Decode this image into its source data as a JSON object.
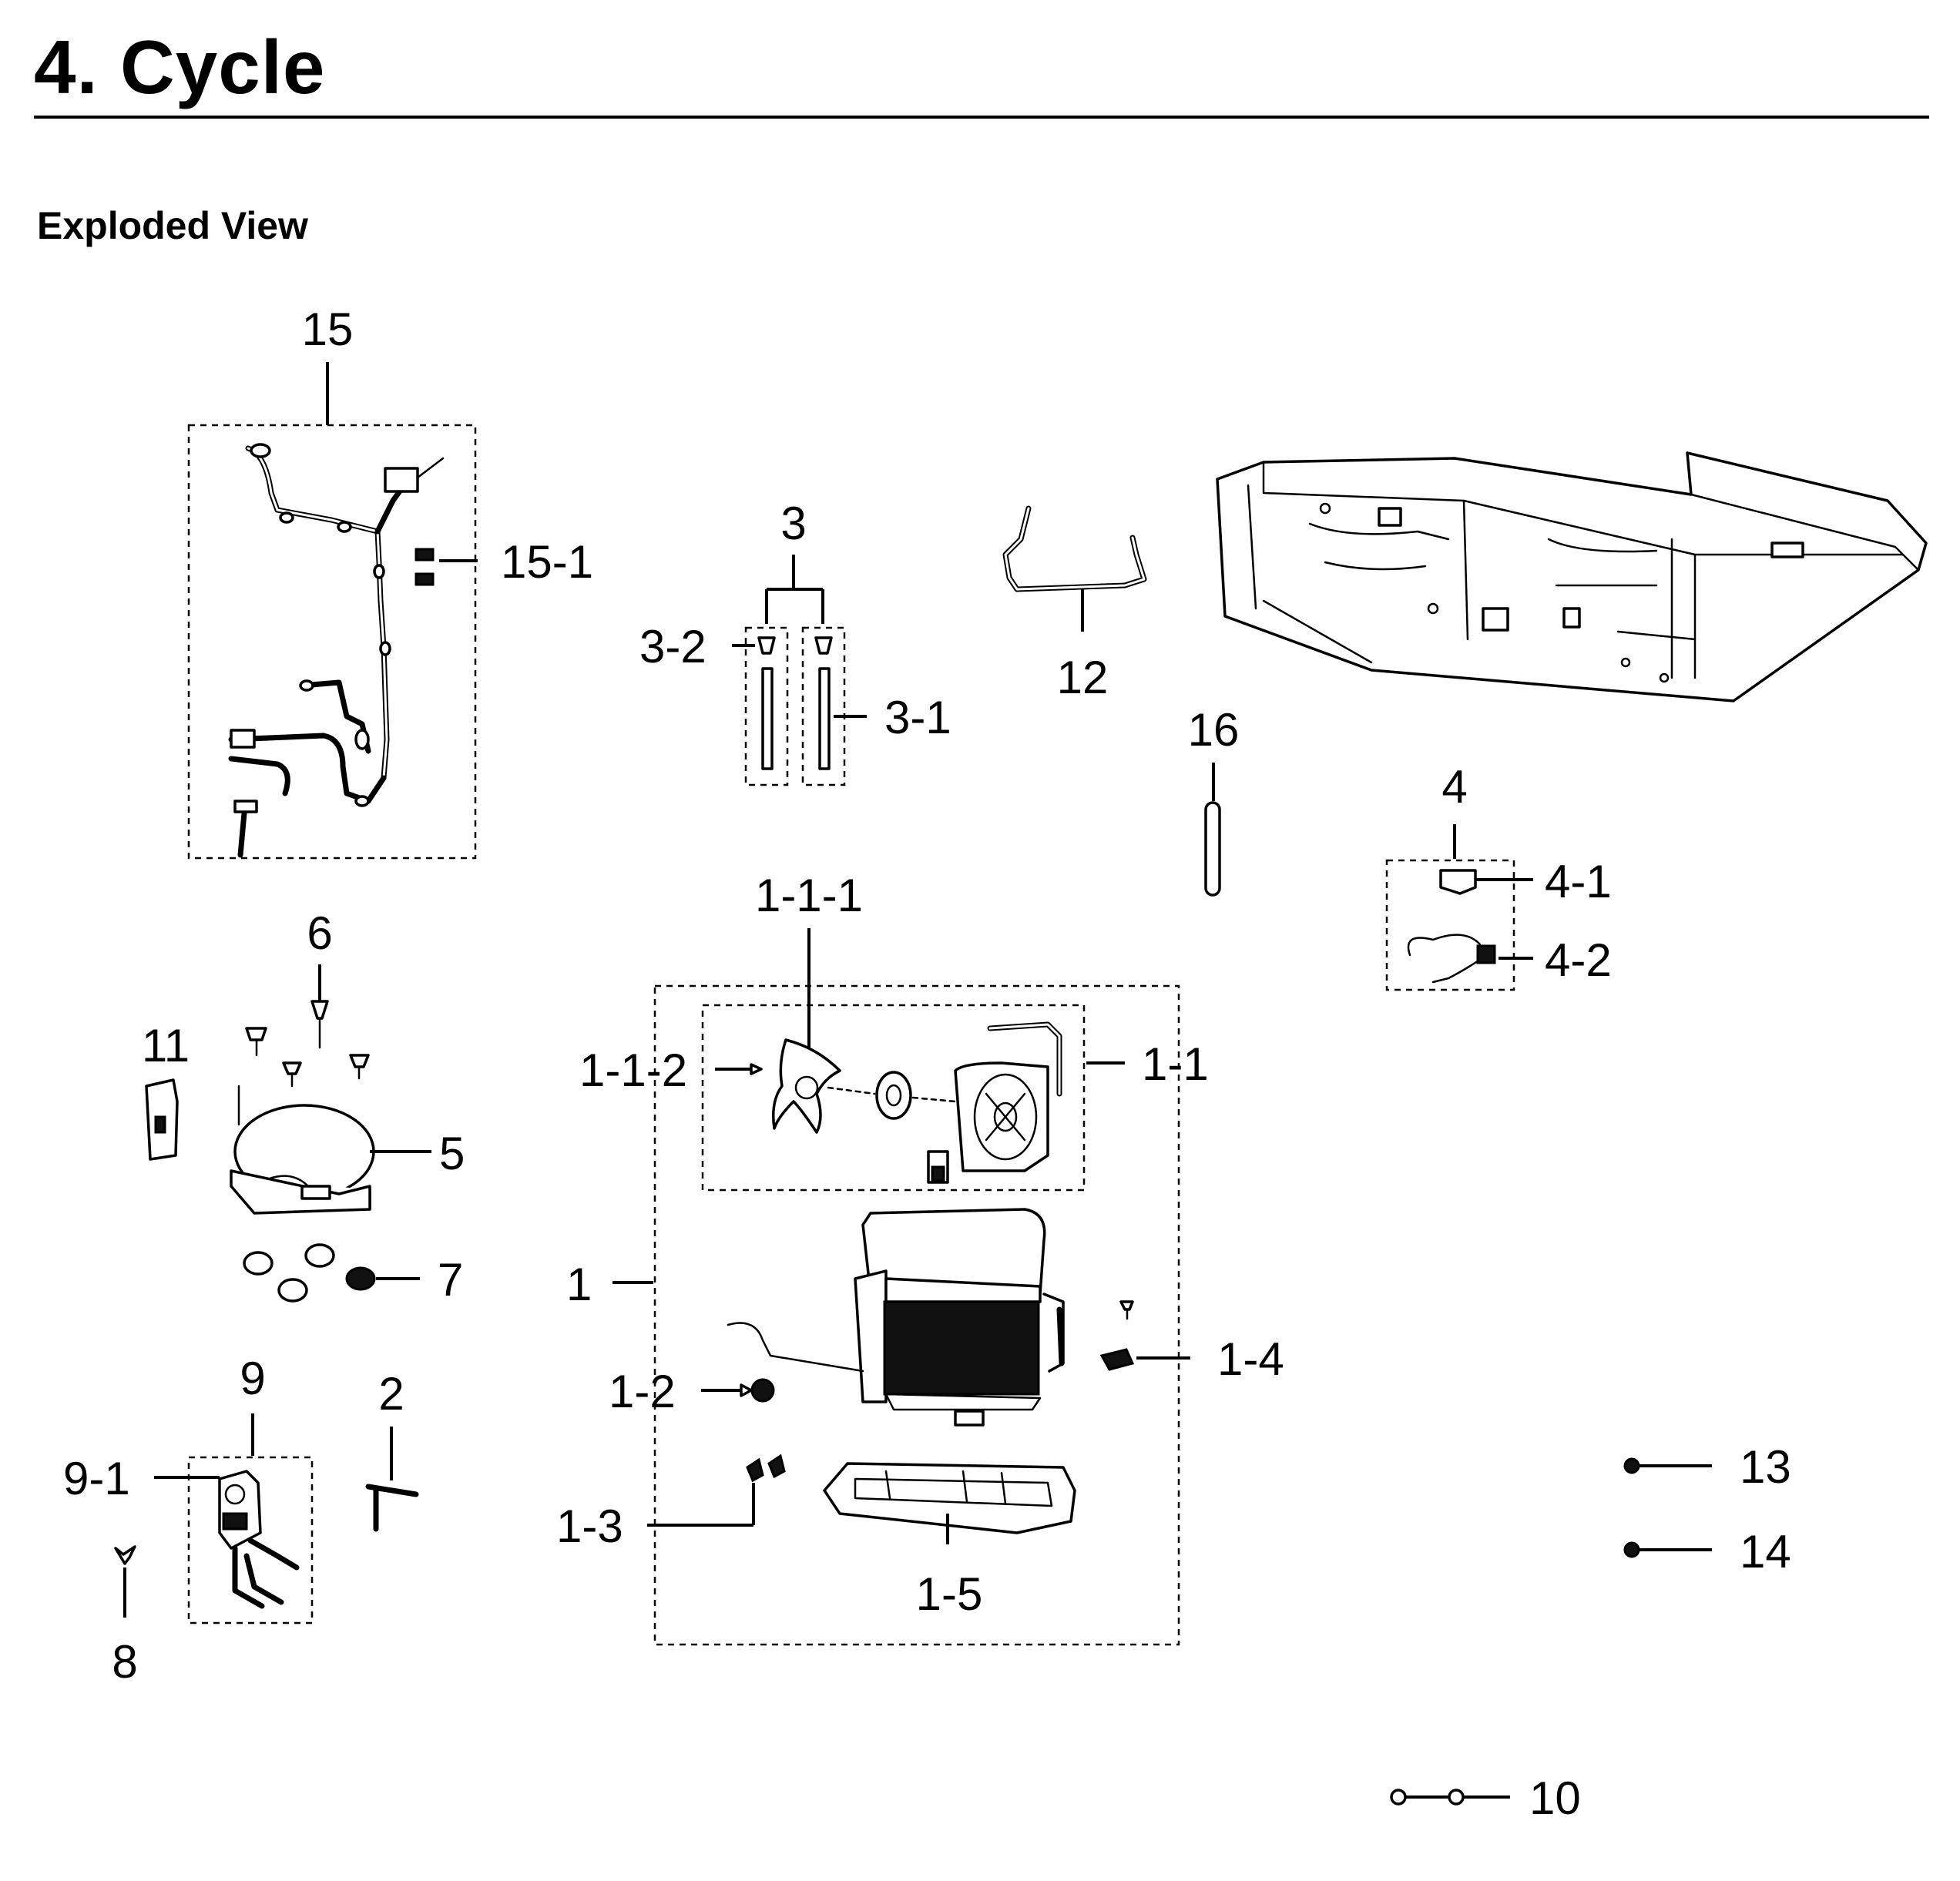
{
  "header": {
    "title": "4.  Cycle",
    "section": "Exploded View"
  },
  "callouts": {
    "c15": "15",
    "c15_1": "15-1",
    "c3": "3",
    "c3_2": "3-2",
    "c3_1": "3-1",
    "c12": "12",
    "c16": "16",
    "c4": "4",
    "c4_1": "4-1",
    "c4_2": "4-2",
    "c6": "6",
    "c11": "11",
    "c5": "5",
    "c7": "7",
    "c1_1_1": "1-1-1",
    "c1_1_2": "1-1-2",
    "c1_1": "1-1",
    "c1": "1",
    "c1_4": "1-4",
    "c1_2": "1-2",
    "c1_3": "1-3",
    "c1_5": "1-5",
    "c9": "9",
    "c9_1": "9-1",
    "c2": "2",
    "c8": "8",
    "c13": "13",
    "c14": "14",
    "c10": "10"
  }
}
